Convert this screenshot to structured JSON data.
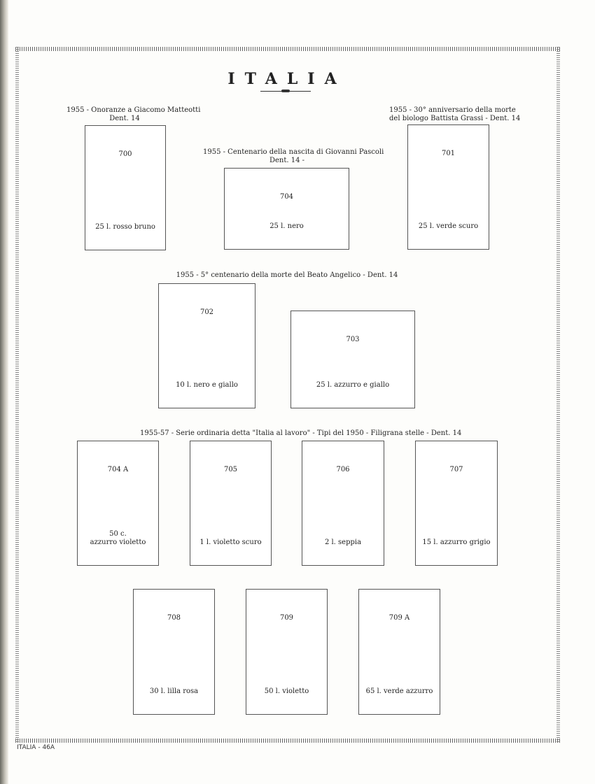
{
  "title": "ITALIA",
  "footer": {
    "country": "ITALIA",
    "sep": "-",
    "page": "46A"
  },
  "captions": {
    "matteotti": [
      "1955 - Onoranze a Giacomo Matteotti",
      "Dent. 14"
    ],
    "pascoli": [
      "1955 - Centenario della nascita di Giovanni Pascoli",
      "Dent. 14 -"
    ],
    "grassi": [
      "1955 - 30° anniversario della morte",
      "del biologo Battista Grassi - Dent. 14"
    ],
    "angelico": "1955 - 5° centenario della morte del Beato Angelico - Dent. 14",
    "lavoro": "1955-57 - Serie ordinaria detta \"Italia al lavoro\" - Tipi del 1950 - Filigrana stelle - Dent. 14"
  },
  "stamps": [
    {
      "num": "700",
      "val": "25 l. rosso bruno"
    },
    {
      "num": "704",
      "val": "25 l. nero"
    },
    {
      "num": "701",
      "val": "25 l. verde scuro"
    },
    {
      "num": "702",
      "val": "10 l. nero e giallo"
    },
    {
      "num": "703",
      "val": "25 l. azzurro e giallo"
    },
    {
      "num": "704 A",
      "val": "50 c.\nazzurro violetto"
    },
    {
      "num": "705",
      "val": "1 l. violetto scuro"
    },
    {
      "num": "706",
      "val": "2 l. seppia"
    },
    {
      "num": "707",
      "val": "15 l. azzurro grigio"
    },
    {
      "num": "708",
      "val": "30 l. lilla rosa"
    },
    {
      "num": "709",
      "val": "50 l. violetto"
    },
    {
      "num": "709 A",
      "val": "65 l. verde azzurro"
    }
  ]
}
